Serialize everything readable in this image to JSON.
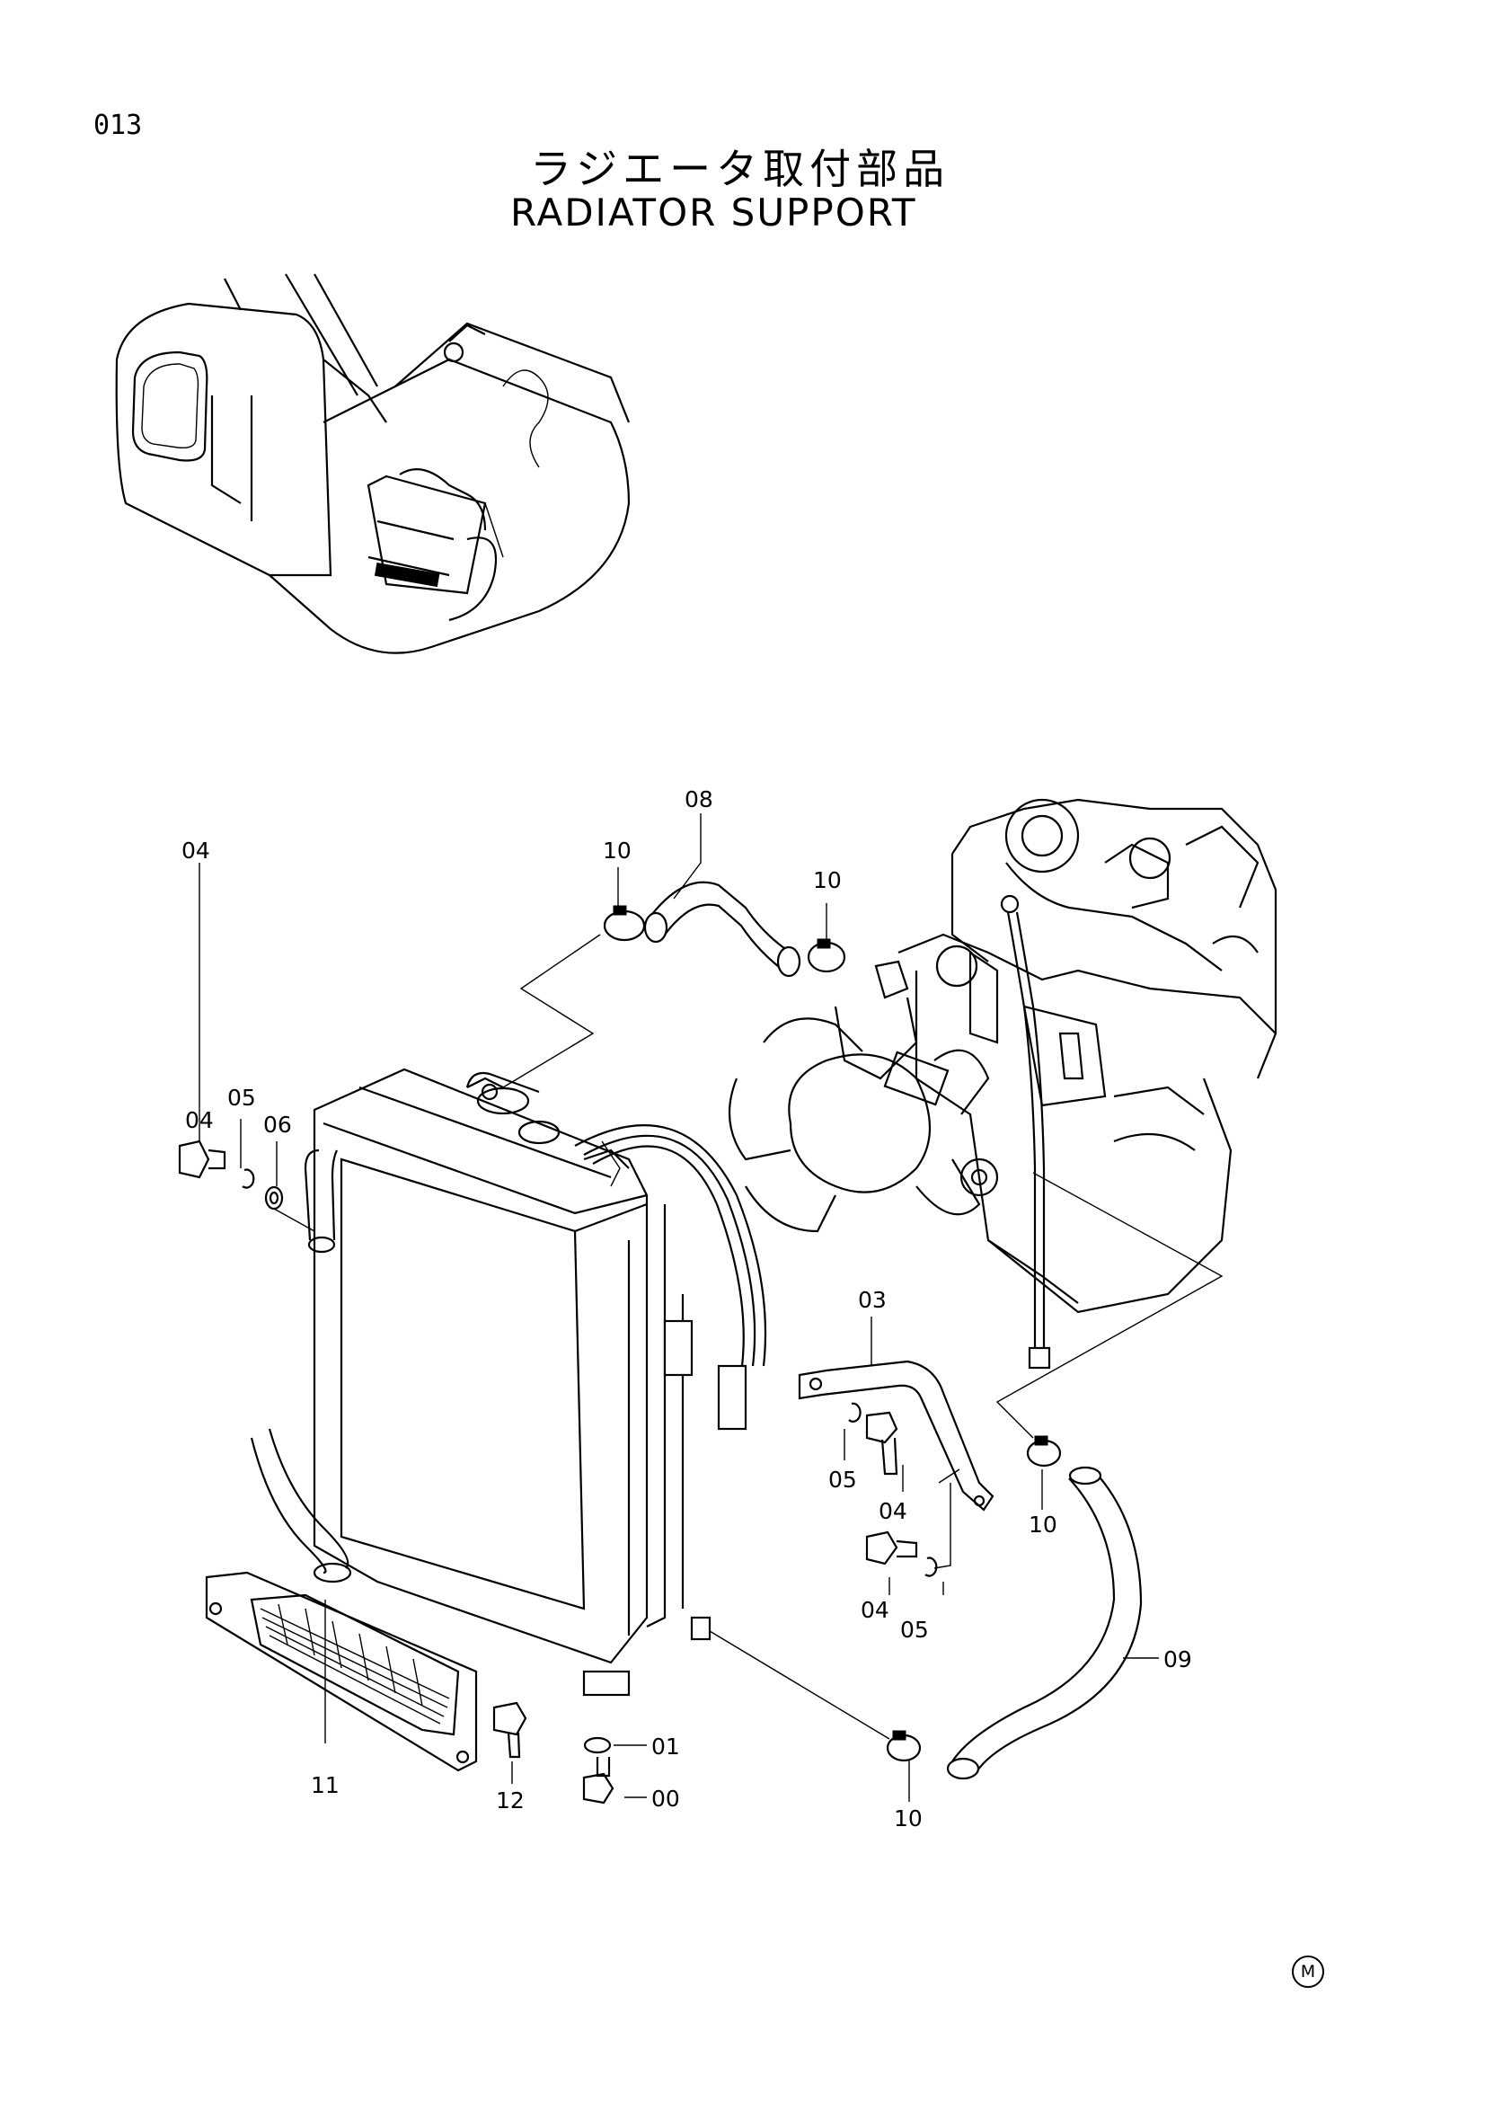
{
  "header": {
    "page_code": "013",
    "title_jp": "ラジエータ取付部品",
    "title_en": "RADIATOR SUPPORT"
  },
  "callouts": {
    "c00": "00",
    "c01": "01",
    "c03": "03",
    "c04a": "04",
    "c04b": "04",
    "c04c": "04",
    "c05a": "05",
    "c05b": "05",
    "c05c": "05",
    "c06": "06",
    "c08": "08",
    "c09": "09",
    "c10a": "10",
    "c10b": "10",
    "c10c": "10",
    "c10d": "10",
    "c11": "11",
    "c12": "12"
  },
  "footer": {
    "mark": "M"
  }
}
